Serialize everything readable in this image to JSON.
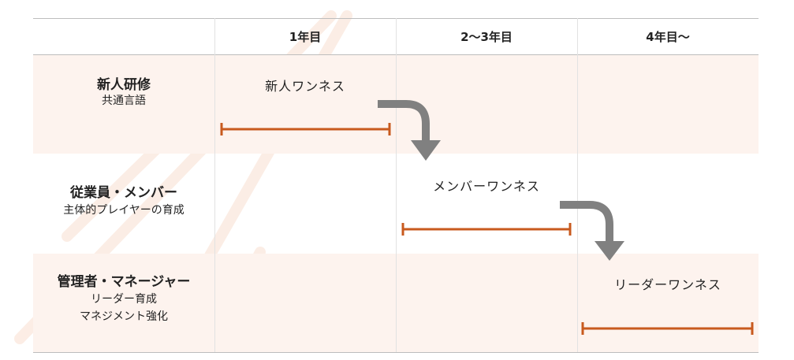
{
  "header": {
    "columns": [
      "1年目",
      "2～3年目",
      "4年目～"
    ]
  },
  "rows": [
    {
      "title": "新人研修",
      "subtitle": [
        "共通言語"
      ],
      "stage": "新人ワンネス"
    },
    {
      "title": "従業員・メンバー",
      "subtitle": [
        "主体的プレイヤーの育成"
      ],
      "stage": "メンバーワンネス"
    },
    {
      "title": "管理者・マネージャー",
      "subtitle": [
        "リーダー育成",
        "マネジメント強化"
      ],
      "stage": "リーダーワンネス"
    }
  ],
  "colors": {
    "bar": "#c85a1e",
    "arrow": "#808080",
    "peach": "#fdf3ee"
  }
}
